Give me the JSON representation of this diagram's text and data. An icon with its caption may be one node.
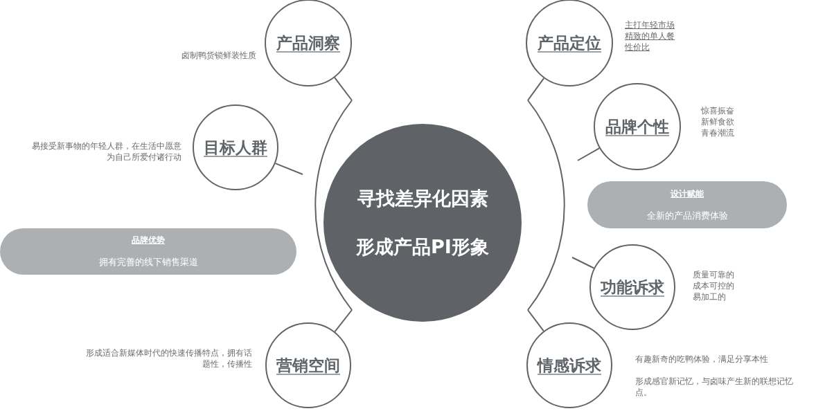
{
  "diagram": {
    "nodes": [
      {
        "text": [
          "产品洞察"
        ],
        "beside": [
          "卤制鸭货锁鲜装性质"
        ]
      },
      {
        "text": [
          "产品定位"
        ],
        "beside": [
          "主打年轻市场",
          "精致的单人餐",
          "性价比"
        ]
      },
      {
        "text": [
          "品牌个性"
        ],
        "beside": [
          "惊喜振奋",
          "新鲜食欲",
          "青春潮流"
        ]
      },
      {
        "text": [
          "目标人群"
        ],
        "beside": [
          "易接受新事物的年轻人群，在生活中愿意为自己所爱付诸行动"
        ]
      },
      {
        "text": [
          "寻找差异化因素",
          "形成产品PI形象"
        ]
      },
      {
        "text": [
          "设计赋能",
          "全新的产品消费体验"
        ]
      },
      {
        "text": [
          "品牌优势",
          "拥有完善的线下销售渠道"
        ]
      },
      {
        "text": [
          "功能诉求"
        ],
        "beside": [
          "质量可靠的",
          "成本可控的",
          "易加工的"
        ]
      },
      {
        "text": [
          "营销空间"
        ],
        "beside": [
          "形成适合新媒体时代的快速传播特点，拥有话题性，传播性"
        ]
      },
      {
        "text": [
          "情感诉求"
        ],
        "beside": [
          "有趣新奇的吃鸭体验，满足分享本性",
          "形成感官新记忆，与卤味产生新的联想记忆点。"
        ]
      }
    ],
    "edges": [
      {
        "from": 4,
        "to": 0,
        "arrow": "none"
      },
      {
        "from": 4,
        "to": 1,
        "arrow": "none"
      },
      {
        "from": 4,
        "to": 2,
        "arrow": "none"
      },
      {
        "from": 4,
        "to": 3,
        "arrow": "none"
      },
      {
        "from": 4,
        "to": 7,
        "arrow": "none"
      },
      {
        "from": 4,
        "to": 8,
        "arrow": "none"
      },
      {
        "from": 4,
        "to": 9,
        "arrow": "none"
      }
    ]
  }
}
